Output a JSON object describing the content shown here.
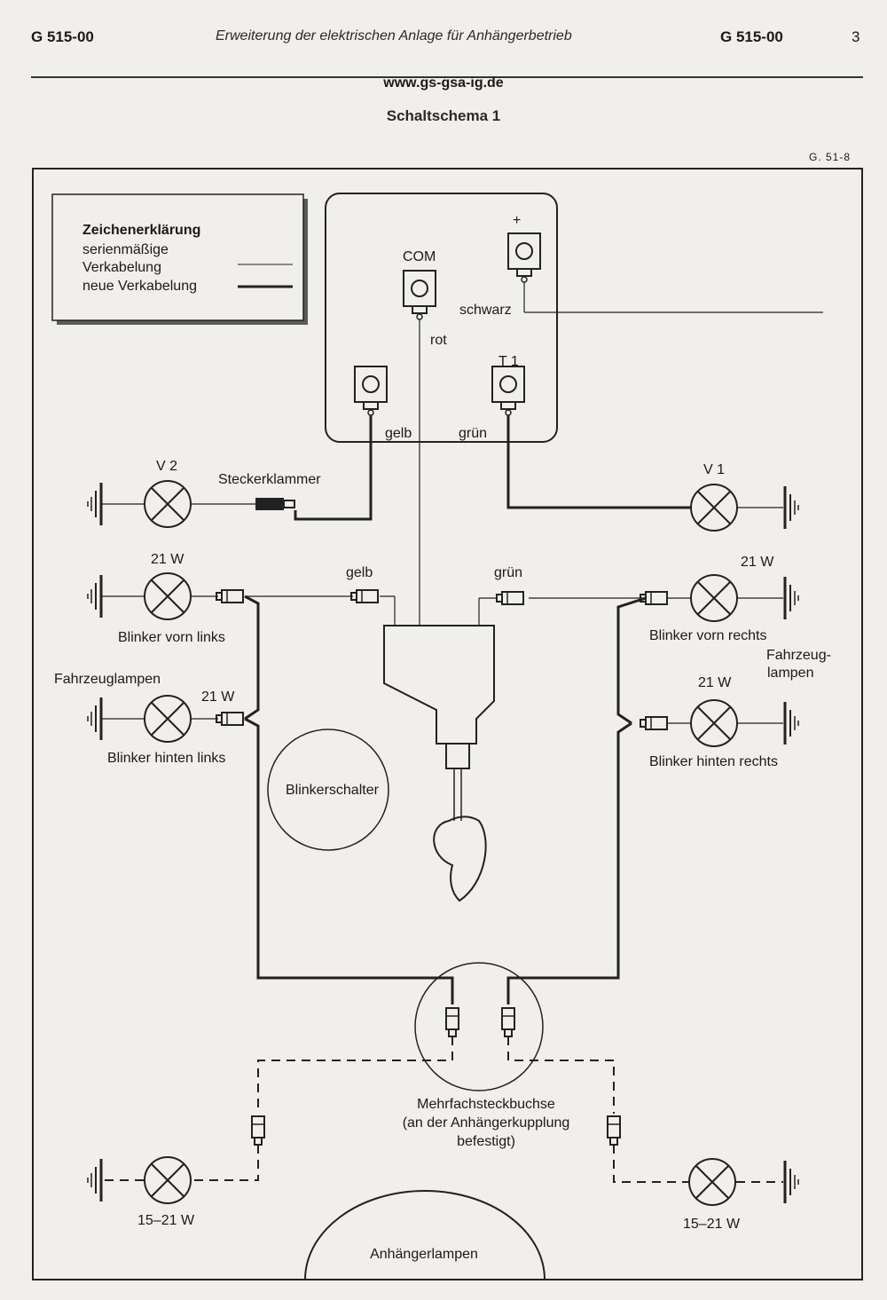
{
  "header": {
    "doc_left": "G 515-00",
    "doc_title": "Erweiterung der elektrischen Anlage für Anhängerbetrieb",
    "doc_right": "G 515-00",
    "page": "3"
  },
  "website": "www.gs-gsa-ig.de",
  "schema_title": "Schaltschema 1",
  "figure_ref": "G. 51-8",
  "legend": {
    "title": "Zeichenerklärung",
    "line1": "serienmäßige",
    "line2": "Verkabelung",
    "line3": "neue Verkabelung"
  },
  "relay": {
    "plus": "+",
    "com": "COM",
    "rot": "rot",
    "schwarz": "schwarz",
    "t1": "T 1",
    "gelb": "gelb",
    "gruen": "grün"
  },
  "labels": {
    "v2": "V 2",
    "v1": "V 1",
    "steckerklammer": "Steckerklammer",
    "w21_fl": "21 W",
    "w21_fr": "21 W",
    "w21_rl": "21 W",
    "w21_rr": "21 W",
    "gelb_mid": "gelb",
    "gruen_mid": "grün",
    "blinker_vorn_links": "Blinker vorn links",
    "blinker_vorn_rechts": "Blinker vorn rechts",
    "fahrzeuglampen_left": "Fahrzeuglampen",
    "fahrzeuglampen_right_1": "Fahrzeug-",
    "fahrzeuglampen_right_2": "lampen",
    "blinker_hinten_links": "Blinker hinten links",
    "blinker_hinten_rechts": "Blinker hinten rechts",
    "blinkerschalter": "Blinkerschalter",
    "mehrfach_1": "Mehrfachsteckbuchse",
    "mehrfach_2": "(an der Anhängerkupplung",
    "mehrfach_3": "befestigt)",
    "trailer_left_w": "15–21 W",
    "trailer_right_w": "15–21 W",
    "anhaengerlampen": "Anhängerlampen"
  }
}
